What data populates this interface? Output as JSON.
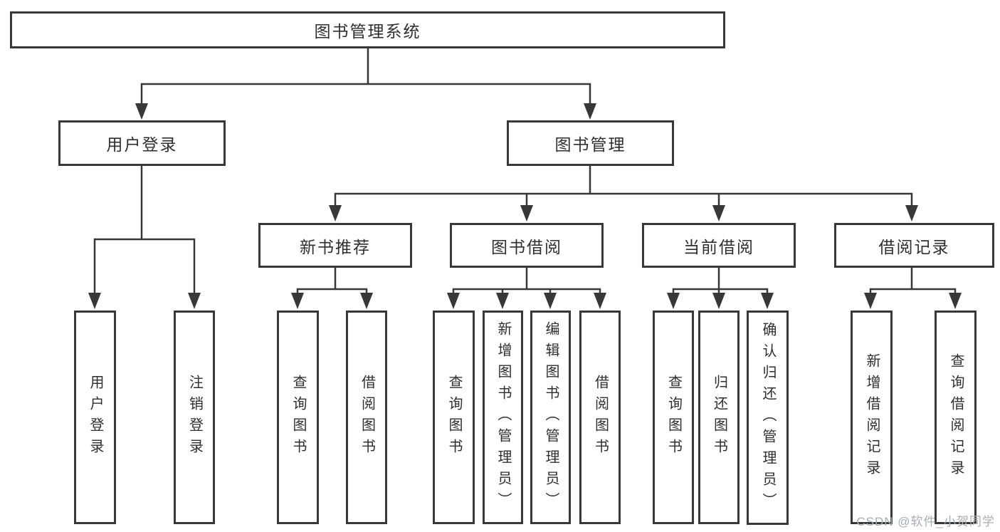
{
  "root": {
    "label": "图书管理系统"
  },
  "branches": [
    {
      "label": "用户登录",
      "leaves": [
        {
          "label": "用户登录"
        },
        {
          "label": "注销登录"
        }
      ]
    },
    {
      "label": "图书管理",
      "groups": [
        {
          "label": "新书推荐",
          "leaves": [
            {
              "label": "查询图书"
            },
            {
              "label": "借阅图书"
            }
          ]
        },
        {
          "label": "图书借阅",
          "leaves": [
            {
              "label": "查询图书"
            },
            {
              "label": "新增图书（管理员）"
            },
            {
              "label": "编辑图书（管理员）"
            },
            {
              "label": "借阅图书"
            }
          ]
        },
        {
          "label": "当前借阅",
          "leaves": [
            {
              "label": "查询图书"
            },
            {
              "label": "归还图书"
            },
            {
              "label": "确认归还（管理员）"
            }
          ]
        },
        {
          "label": "借阅记录",
          "leaves": [
            {
              "label": "新增借阅记录"
            },
            {
              "label": "查询借阅记录"
            }
          ]
        }
      ]
    }
  ],
  "watermark": {
    "text": "CSDN @软件_小贺同学"
  },
  "colors": {
    "line": "#383838",
    "text": "#2f2f2f",
    "background": "#ffffff",
    "watermark": "#a9adb3"
  }
}
